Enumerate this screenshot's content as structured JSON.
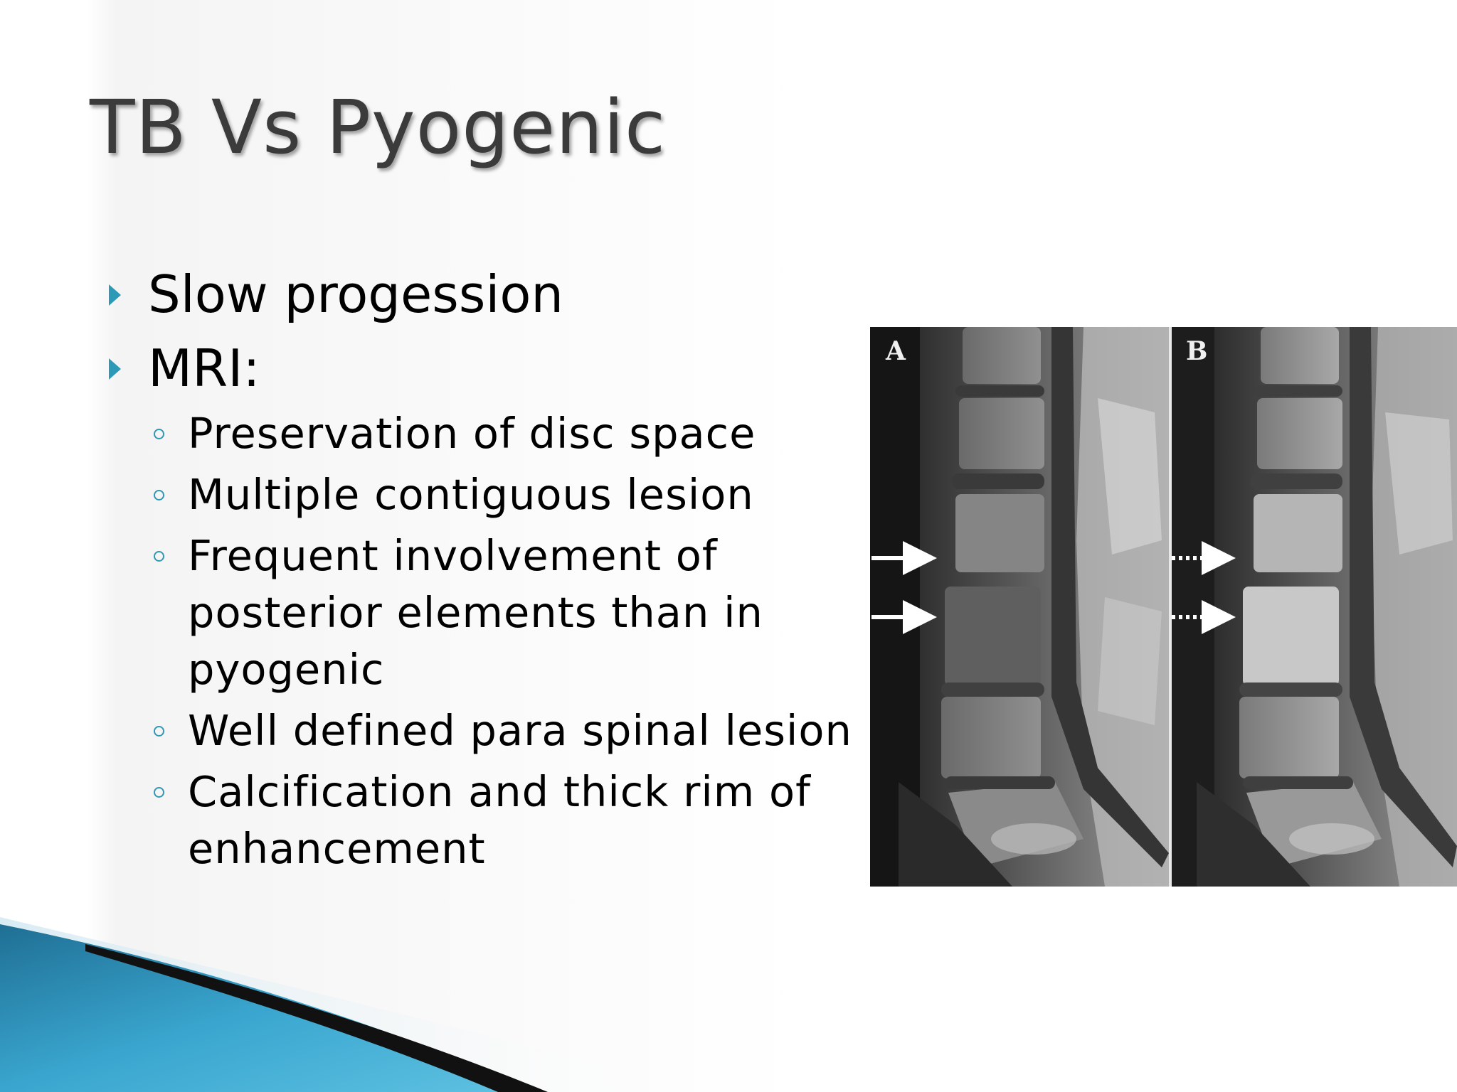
{
  "slide": {
    "title": "TB Vs Pyogenic",
    "bullets": [
      {
        "text": "Slow progession",
        "sub": []
      },
      {
        "text": "MRI:",
        "sub": [
          "Preservation of disc space",
          "Multiple contiguous lesion",
          "Frequent involvement of posterior elements than in pyogenic",
          "Well defined para spinal lesion",
          "Calcification and thick rim of enhancement"
        ]
      }
    ]
  },
  "figure": {
    "panel_labels": [
      "A",
      "B"
    ]
  },
  "colors": {
    "bullet_accent": "#2c9ab7",
    "title_text": "#3b3b3b",
    "wave_blue": "#2f8fb3",
    "wave_dark": "#111111"
  }
}
